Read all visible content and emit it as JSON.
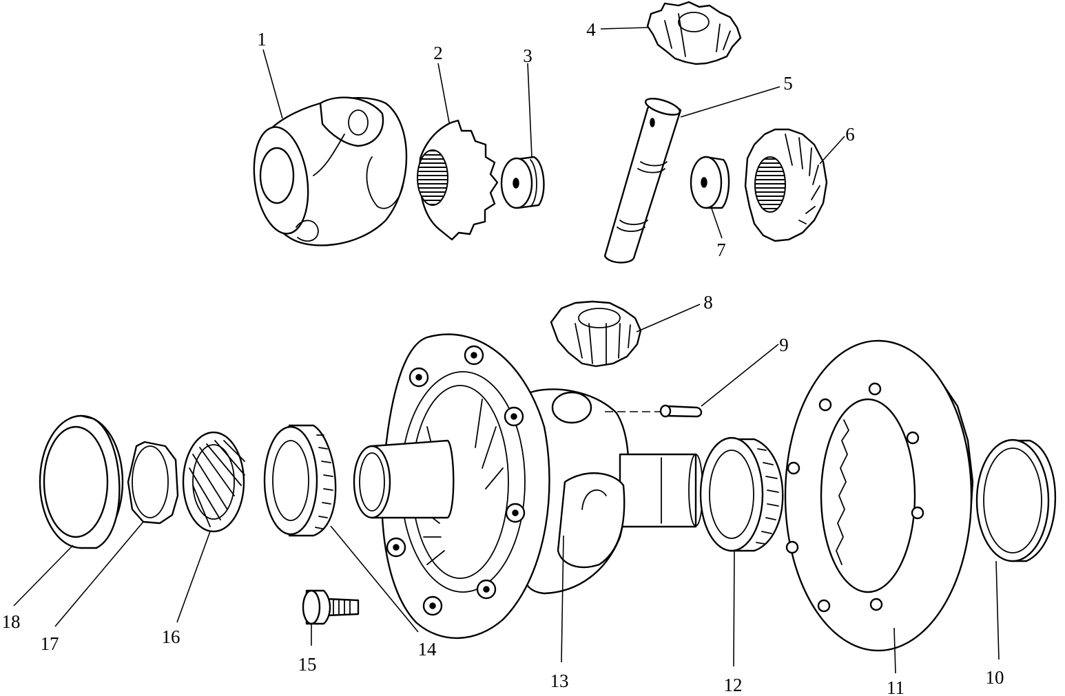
{
  "diagram": {
    "type": "exploded-view",
    "colors": {
      "line": "#000000",
      "fill": "#ffffff"
    },
    "labels": [
      "1",
      "2",
      "3",
      "4",
      "5",
      "6",
      "7",
      "8",
      "9",
      "10",
      "11",
      "12",
      "13",
      "14",
      "15",
      "16",
      "17",
      "18"
    ]
  }
}
